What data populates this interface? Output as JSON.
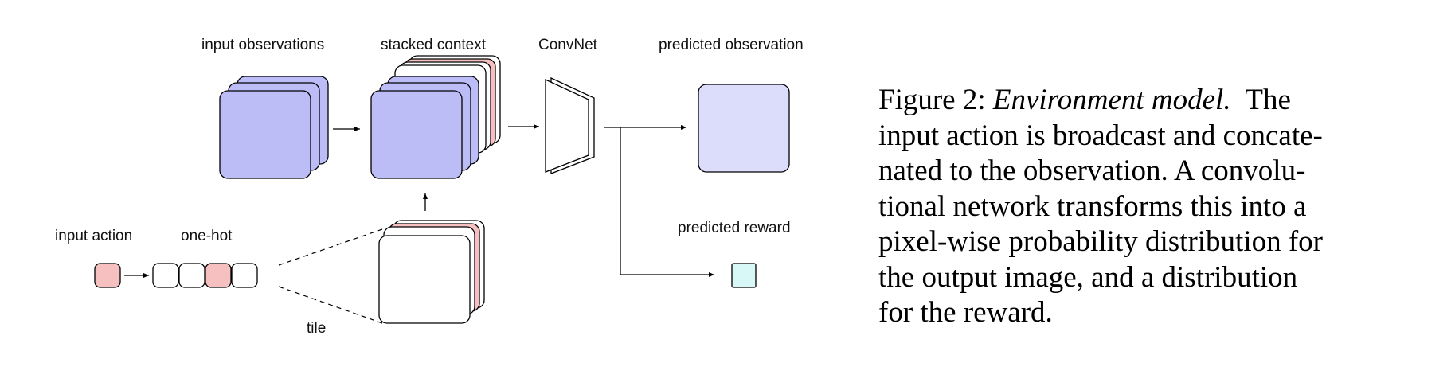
{
  "diagram": {
    "labels": {
      "input_observations": "input observations",
      "stacked_context": "stacked context",
      "convnet": "ConvNet",
      "predicted_observation": "predicted observation",
      "input_action": "input action",
      "one_hot": "one-hot",
      "predicted_reward": "predicted reward",
      "tile": "tile"
    },
    "colors": {
      "observation": "#bcbcf7",
      "predicted_observation": "#dcdcfb",
      "action": "#f6c0c0",
      "reward": "#d8f8f8",
      "empty": "#ffffff",
      "stroke": "#000000"
    },
    "one_hot_active_index": 2,
    "one_hot_size": 4
  },
  "caption": {
    "figure_label": "Figure 2:",
    "title": "Environment model.",
    "lines": [
      "The",
      "input action is broadcast and concate-",
      "nated to the observation. A convolu-",
      "tional network transforms this into a",
      "pixel-wise probability distribution for",
      "the output image, and a distribution",
      "for the reward."
    ]
  }
}
